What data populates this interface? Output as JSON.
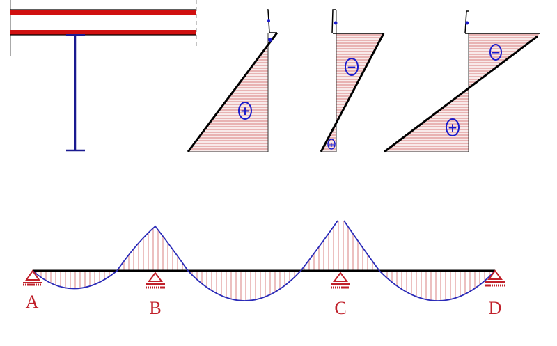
{
  "colors": {
    "hatch": "#d06060",
    "fill": "#f7e6e6",
    "curve": "#2a2ab8",
    "outline": "#000000",
    "support": "#c0202a",
    "flange": "#d01010"
  },
  "section_diagrams": [
    {
      "signs": [
        "+"
      ]
    },
    {
      "signs": [
        "−",
        "+"
      ]
    },
    {
      "signs": [
        "−",
        "+"
      ]
    }
  ],
  "beam": {
    "supports": [
      {
        "label": "A"
      },
      {
        "label": "B"
      },
      {
        "label": "C"
      },
      {
        "label": "D"
      }
    ]
  }
}
